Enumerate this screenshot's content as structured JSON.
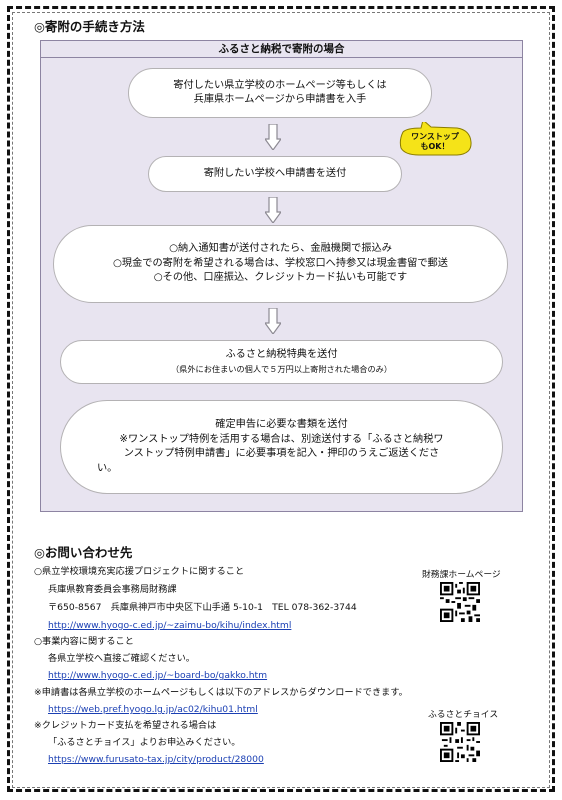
{
  "procedure": {
    "title": "◎寄附の手続き方法",
    "flow_heading": "ふるさと納税で寄附の場合",
    "step1": [
      "寄付したい県立学校のホームページ等もしくは",
      "兵庫県ホームページから申請書を入手"
    ],
    "badge": [
      "ワンストップ",
      "もOK！"
    ],
    "step2": [
      "寄附したい学校へ申請書を送付"
    ],
    "step3": [
      "○納入通知書が送付されたら、金融機関で振込み",
      "○現金での寄附を希望される場合は、学校窓口へ持参又は現金書留で郵送",
      "○その他、口座振込、クレジットカード払いも可能です"
    ],
    "step4_main": "ふるさと納税特典を送付",
    "step4_note": "（県外にお住まいの個人で５万円以上寄附された場合のみ）",
    "step5": [
      "確定申告に必要な書類を送付",
      "※ワンストップ特例を活用する場合は、別途送付する「ふるさと納税ワ",
      "ンストップ特例申請書」に必要事項を記入・押印のうえご返送くださ",
      "い。"
    ]
  },
  "contact": {
    "title": "◎お問い合わせ先",
    "lines": [
      "○県立学校環境充実応援プロジェクトに関すること",
      "兵庫県教育委員会事務局財務課",
      "〒650-8567　兵庫県神戸市中央区下山手通 5-10-1　TEL 078-362-3744",
      "http://www.hyogo-c.ed.jp/~zaimu-bo/kihu/index.html",
      "○事業内容に関すること",
      "各県立学校へ直接ご確認ください。",
      "http://www.hyogo-c.ed.jp/~board-bo/gakko.htm",
      "※申請書は各県立学校のホームページもしくは以下のアドレスからダウンロードできます。",
      "https://web.pref.hyogo.lg.jp/ac02/kihu01.html",
      "※クレジットカード支払を希望される場合は",
      "「ふるさとチョイス」よりお申込みください。",
      "https://www.furusato-tax.jp/city/product/28000"
    ],
    "qr1_label": "財務課ホームページ",
    "qr2_label": "ふるさとチョイス"
  },
  "colors": {
    "panel": "#e8e4f0",
    "badge": "#f5e318",
    "link": "#1a3fb3"
  },
  "icons": [
    "down-arrow-icon",
    "qr-code-icon"
  ]
}
